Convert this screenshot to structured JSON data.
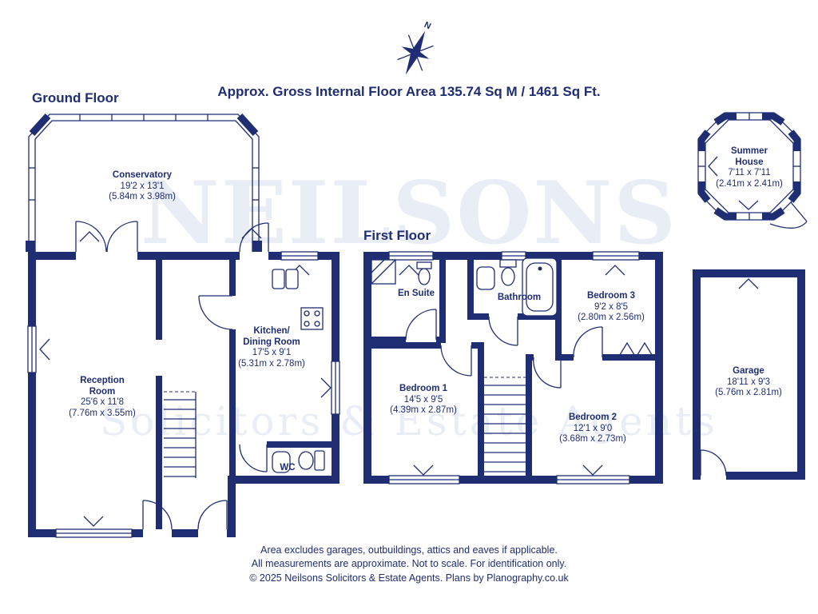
{
  "colors": {
    "wall": "#1f2d73",
    "text": "#1f2d73",
    "watermark": "#e9edf6"
  },
  "header": {
    "area_title": "Approx. Gross Internal Floor Area 135.74 Sq M / 1461 Sq Ft.",
    "compass_n": "N"
  },
  "watermark": {
    "line1": "NEILSONS",
    "line2": "Solicitors & Estate Agents"
  },
  "floors": {
    "ground": {
      "label": "Ground Floor"
    },
    "first": {
      "label": "First Floor"
    }
  },
  "rooms": {
    "conservatory": {
      "name": "Conservatory",
      "imperial": "19'2 x 13'1",
      "metric": "(5.84m x 3.98m)"
    },
    "reception": {
      "name": "Reception\nRoom",
      "imperial": "25'6 x 11'8",
      "metric": "(7.76m x 3.55m)"
    },
    "kitchen": {
      "name": "Kitchen/\nDining Room",
      "imperial": "17'5 x 9'1",
      "metric": "(5.31m x 2.78m)"
    },
    "wc": {
      "name": "WC"
    },
    "en_suite": {
      "name": "En Suite"
    },
    "bathroom": {
      "name": "Bathroom"
    },
    "bedroom1": {
      "name": "Bedroom 1",
      "imperial": "14'5 x 9'5",
      "metric": "(4.39m x 2.87m)"
    },
    "bedroom2": {
      "name": "Bedroom 2",
      "imperial": "12'1 x 9'0",
      "metric": "(3.68m x 2.73m)"
    },
    "bedroom3": {
      "name": "Bedroom 3",
      "imperial": "9'2 x 8'5",
      "metric": "(2.80m x 2.56m)"
    },
    "summer_house": {
      "name": "Summer\nHouse",
      "imperial": "7'11 x 7'11",
      "metric": "(2.41m x 2.41m)"
    },
    "garage": {
      "name": "Garage",
      "imperial": "18'11 x 9'3",
      "metric": "(5.76m x 2.81m)"
    }
  },
  "footer": {
    "line1": "Area excludes garages, outbuildings, attics and eaves if applicable.",
    "line2": "All measurements are approximate. Not to scale. For identification only.",
    "line3": "© 2025 Neilsons Solicitors & Estate Agents. Plans by Planography.co.uk"
  }
}
